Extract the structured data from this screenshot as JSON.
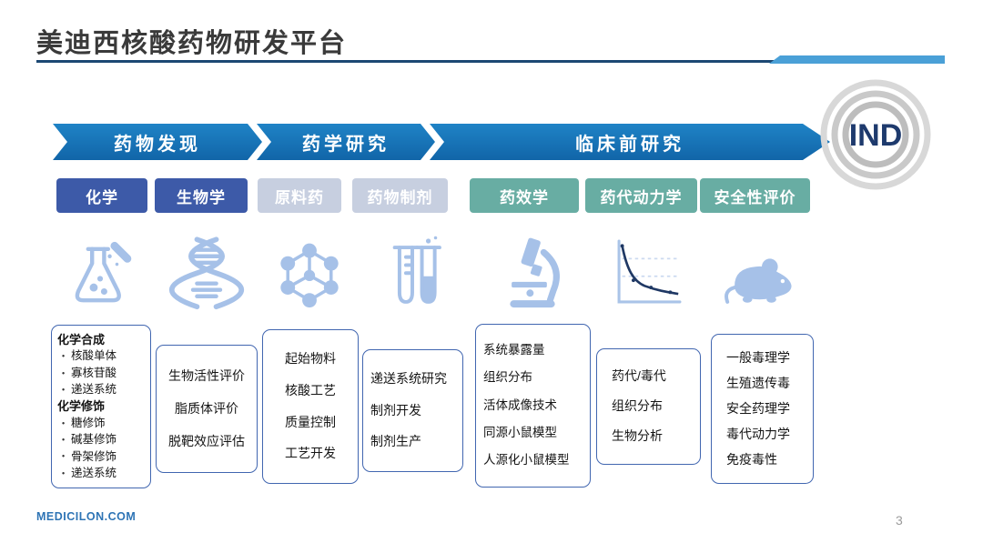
{
  "slide": {
    "title": "美迪西核酸药物研发平台",
    "footer": "MEDICILON.COM",
    "page_number": "3"
  },
  "process": {
    "segments": [
      {
        "label": "药物发现"
      },
      {
        "label": "药学研究"
      },
      {
        "label": "临床前研究"
      }
    ],
    "end_label": "IND"
  },
  "pills": [
    {
      "label": "化学",
      "color": "#3d5aa8"
    },
    {
      "label": "生物学",
      "color": "#3d5aa8"
    },
    {
      "label": "原料药",
      "color": "#c7cfe0"
    },
    {
      "label": "药物制剂",
      "color": "#c7cfe0"
    },
    {
      "label": "药效学",
      "color": "#68ada3"
    },
    {
      "label": "药代动力学",
      "color": "#68ada3"
    },
    {
      "label": "安全性评价",
      "color": "#68ada3"
    }
  ],
  "icons": [
    {
      "name": "flask-icon"
    },
    {
      "name": "dna-icon"
    },
    {
      "name": "molecule-icon"
    },
    {
      "name": "test-tubes-icon"
    },
    {
      "name": "microscope-icon"
    },
    {
      "name": "pk-curve-icon"
    },
    {
      "name": "mouse-icon"
    }
  ],
  "columns": [
    {
      "lines": [
        "化学合成",
        "核酸单体",
        "寡核苷酸",
        "递送系统",
        "化学修饰",
        "糖修饰",
        "碱基修饰",
        "骨架修饰",
        "递送系统"
      ]
    },
    {
      "lines": [
        "生物活性评价",
        "脂质体评价",
        "脱靶效应评估"
      ]
    },
    {
      "lines": [
        "起始物料",
        "核酸工艺",
        "质量控制",
        "工艺开发"
      ]
    },
    {
      "lines": [
        "递送系统研究",
        "制剂开发",
        "制剂生产"
      ]
    },
    {
      "lines": [
        "系统暴露量",
        "组织分布",
        "活体成像技术",
        "同源小鼠模型",
        "人源化小鼠模型"
      ]
    },
    {
      "lines": [
        "药代/毒代",
        "组织分布",
        "生物分析"
      ]
    },
    {
      "lines": [
        "一般毒理学",
        "生殖遗传毒",
        "安全药理学",
        "毒代动力学",
        "免疫毒性"
      ]
    }
  ],
  "colors": {
    "band_blue": "#1573bb",
    "pill_navy": "#3d5aa8",
    "pill_gray": "#c7cfe0",
    "pill_teal": "#68ada3",
    "icon_blue": "#a6c1e8",
    "underline_navy": "#1c4873",
    "accent_light_blue": "#4aa0d7",
    "box_border": "#4166b0",
    "footer_blue": "#2e74b5",
    "ind_navy": "#1e3a6d"
  }
}
